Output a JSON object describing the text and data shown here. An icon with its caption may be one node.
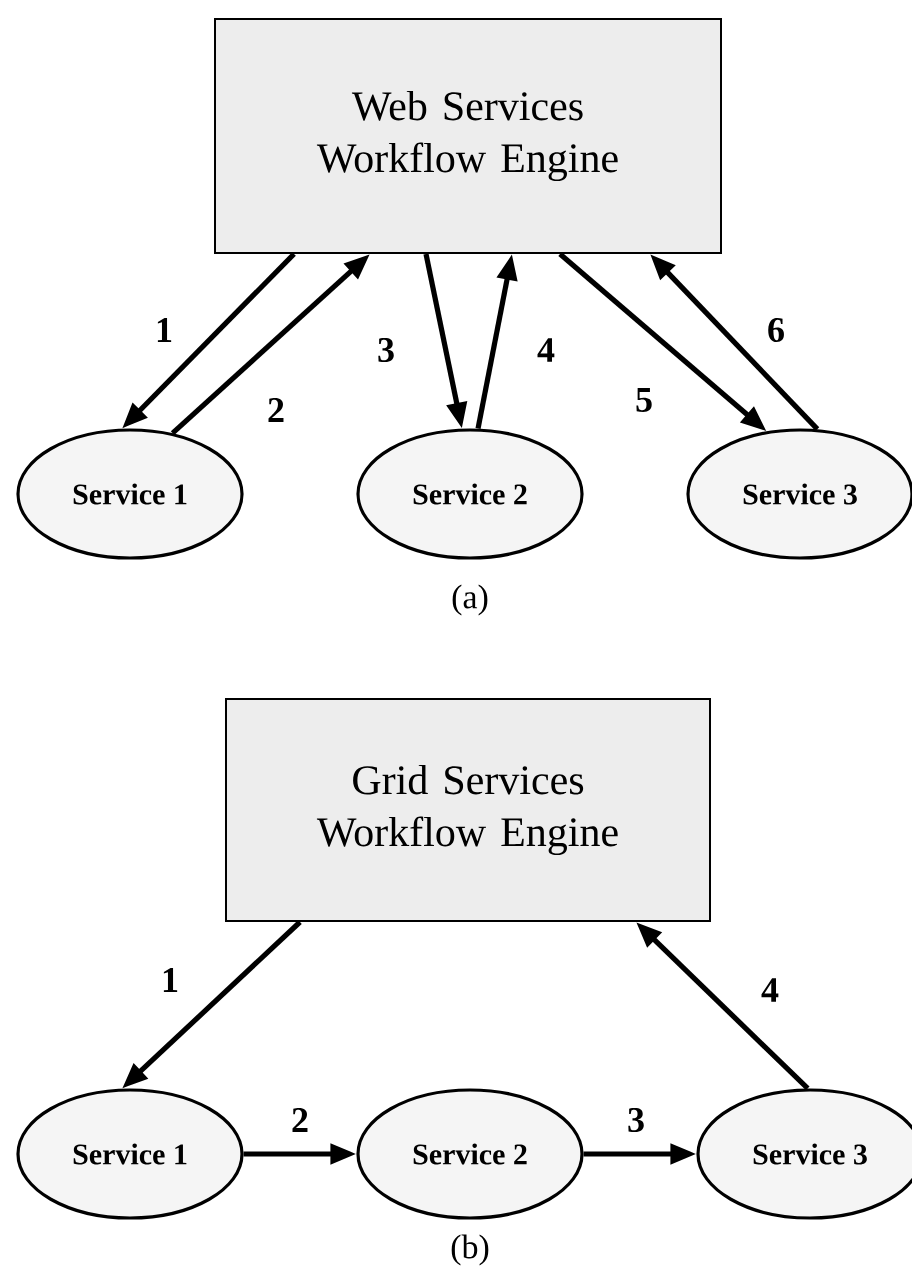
{
  "diagram": {
    "nodes": [
      {
        "text": [
          "Web Services Workflow Engine"
        ]
      },
      {
        "text": [
          "Service 1"
        ]
      },
      {
        "text": [
          "Service 2"
        ]
      },
      {
        "text": [
          "Service 3"
        ]
      },
      {
        "text": [
          "Grid Services Workflow Engine"
        ]
      },
      {
        "text": [
          "Service 1"
        ]
      },
      {
        "text": [
          "Service 2"
        ]
      },
      {
        "text": [
          "Service 3"
        ]
      }
    ],
    "edges": [
      {
        "from": 0,
        "to": 1,
        "arrow": "to",
        "label": "1"
      },
      {
        "from": 1,
        "to": 0,
        "arrow": "to",
        "label": "2"
      },
      {
        "from": 0,
        "to": 2,
        "arrow": "to",
        "label": "3"
      },
      {
        "from": 2,
        "to": 0,
        "arrow": "to",
        "label": "4"
      },
      {
        "from": 0,
        "to": 3,
        "arrow": "to",
        "label": "5"
      },
      {
        "from": 3,
        "to": 0,
        "arrow": "to",
        "label": "6"
      },
      {
        "from": 4,
        "to": 5,
        "arrow": "to",
        "label": "1"
      },
      {
        "from": 5,
        "to": 6,
        "arrow": "to",
        "label": "2"
      },
      {
        "from": 6,
        "to": 7,
        "arrow": "to",
        "label": "3"
      },
      {
        "from": 7,
        "to": 4,
        "arrow": "to",
        "label": "4"
      }
    ],
    "labels": [
      "(a)",
      "(b)"
    ]
  }
}
